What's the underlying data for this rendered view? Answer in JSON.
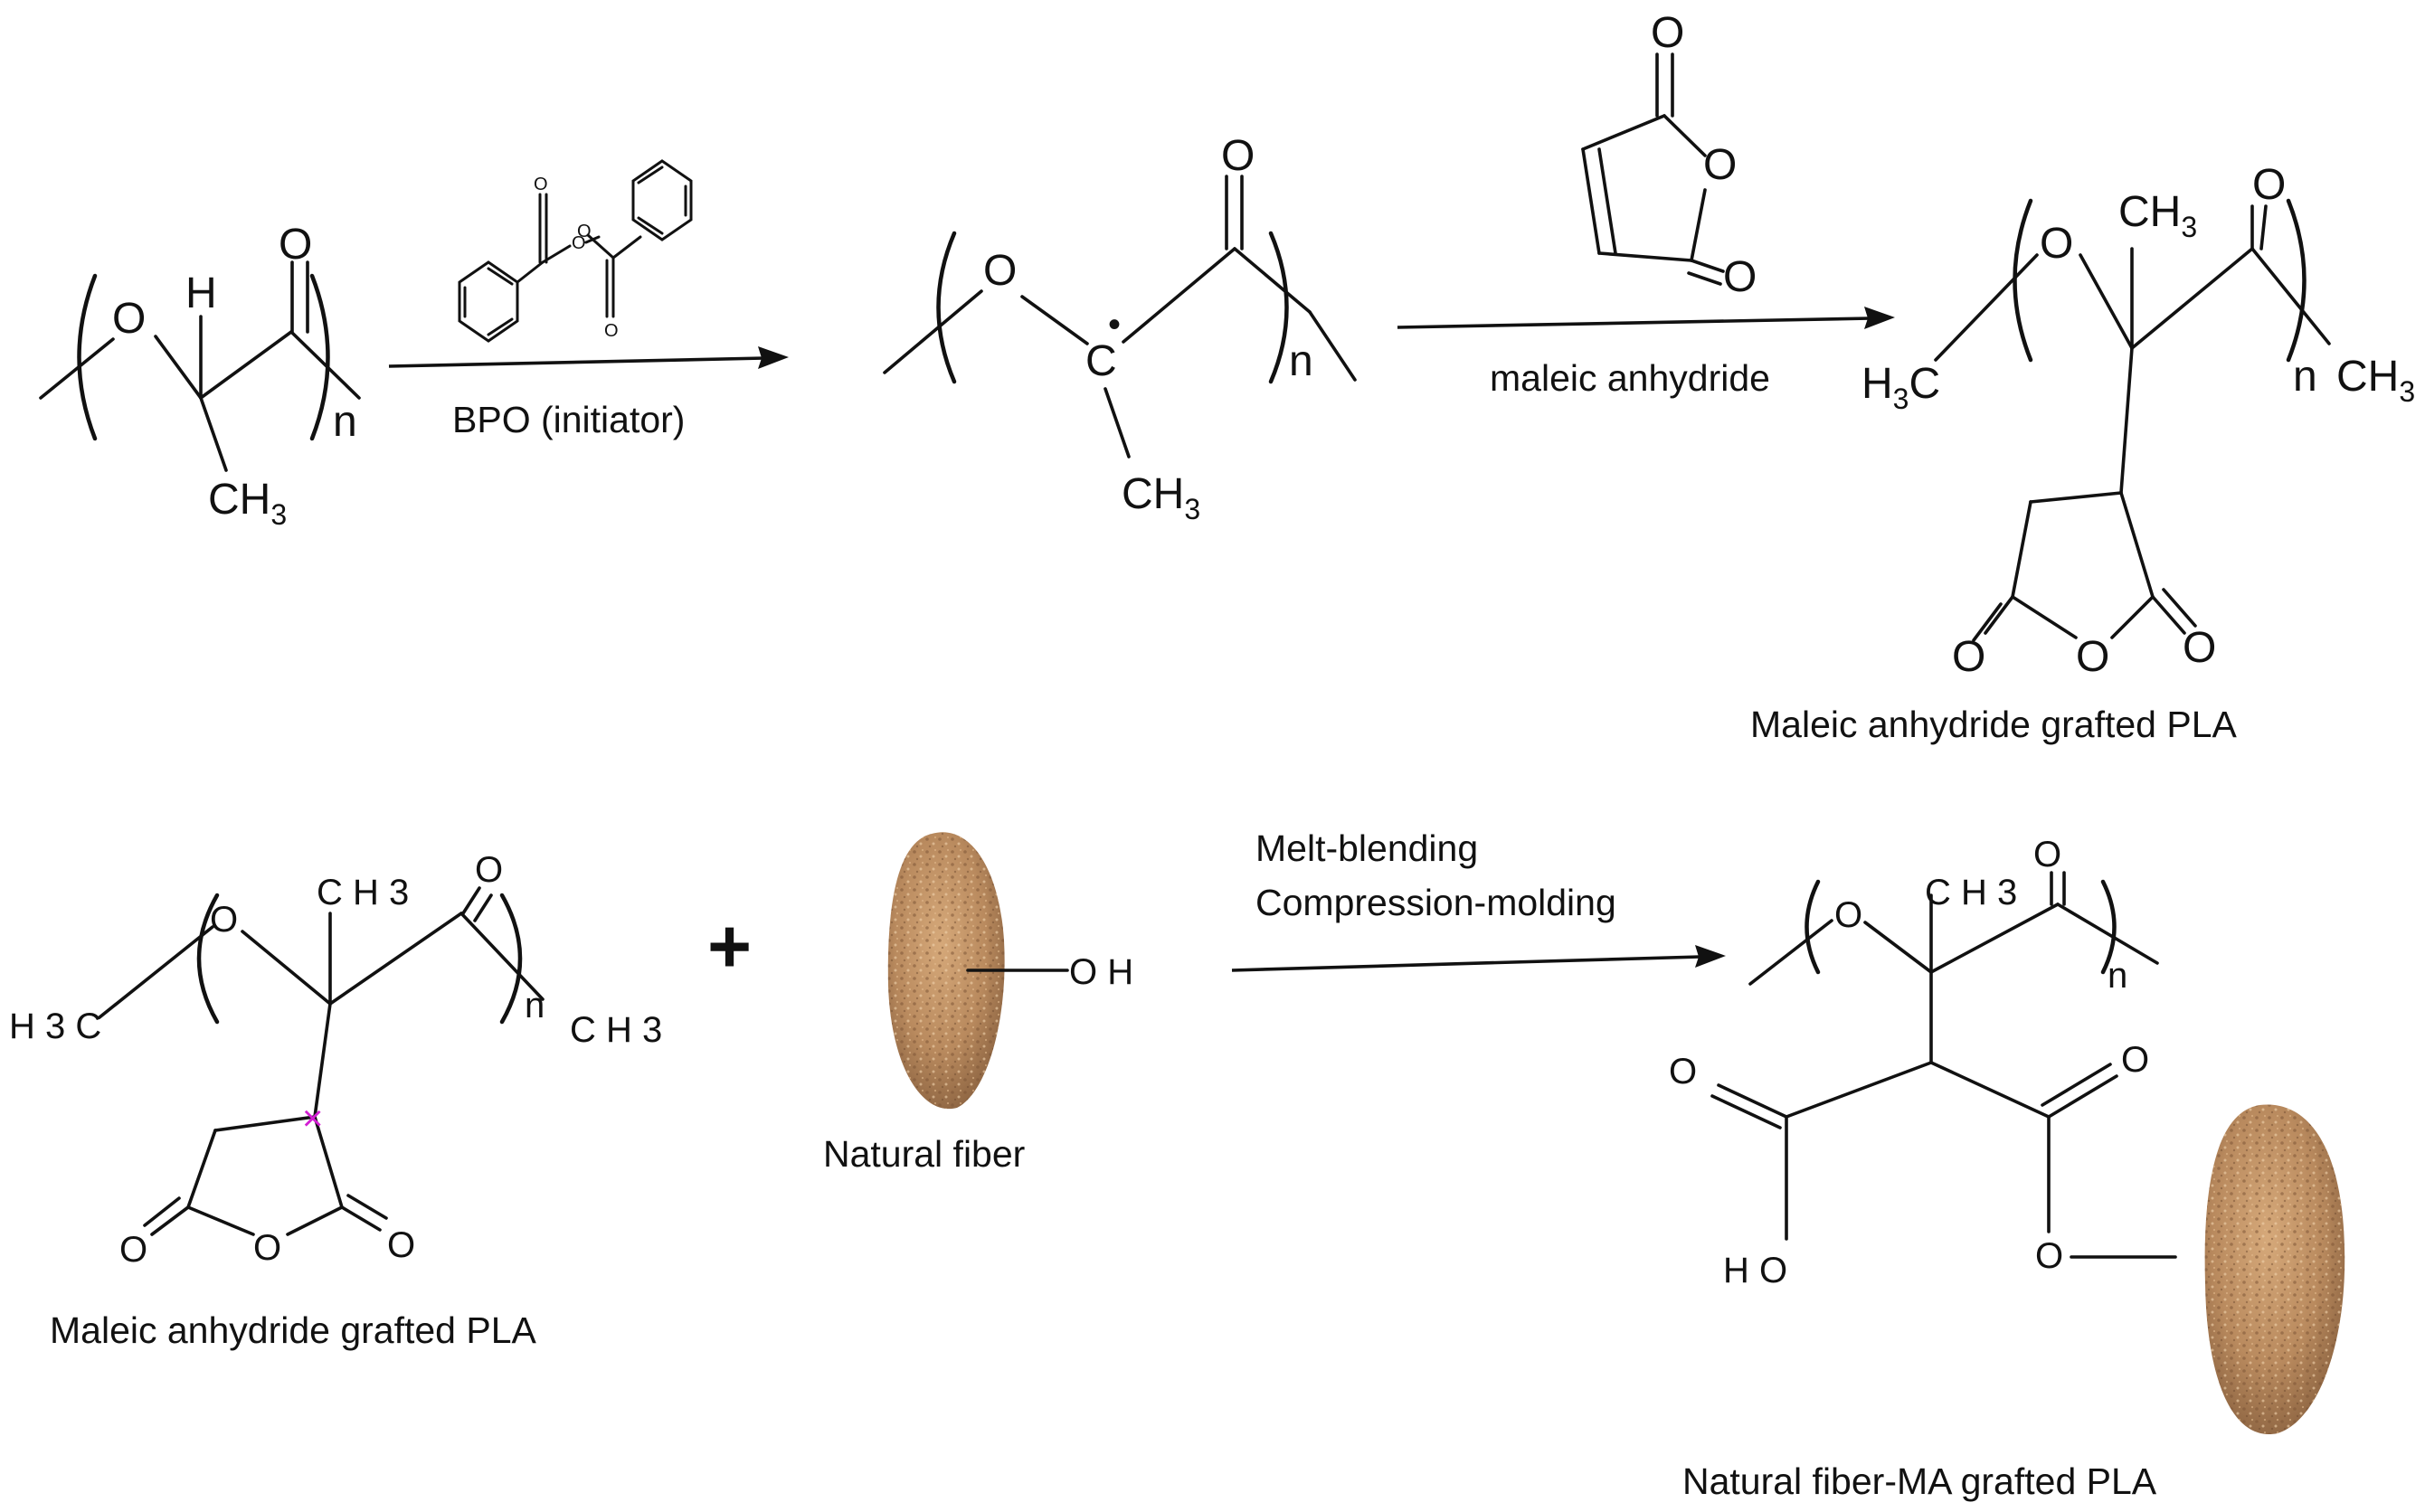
{
  "step1": {
    "reagent_label": "BPO (initiator)",
    "reactant": {
      "o": "O",
      "h": "H",
      "o2": "O",
      "n": "n",
      "ch": "CH",
      "sub3": "3"
    },
    "bpo": {
      "o1": "O",
      "o2": "O",
      "o3": "O",
      "o4": "O"
    }
  },
  "radical": {
    "o": "O",
    "c": "C",
    "dot": "•",
    "o2": "O",
    "n": "n",
    "ch": "CH",
    "sub3": "3"
  },
  "step2": {
    "reagent_label": "maleic anhydride",
    "ma": {
      "o1": "O",
      "o2": "O",
      "o3": "O"
    }
  },
  "product_top": {
    "caption": "Maleic anhydride grafted PLA",
    "o": "O",
    "ch": "CH",
    "sub3": "3",
    "o2": "O",
    "h": "H",
    "sub3b": "3",
    "c": "C",
    "n": "n",
    "ch_right": "CH",
    "sub3c": "3",
    "ring_o1": "O",
    "ring_o2": "O",
    "ring_o3": "O"
  },
  "reactant_bottom": {
    "caption": "Maleic anhydride grafted PLA",
    "o": "O",
    "ch3": "C H 3",
    "o2": "O",
    "h3c": "H 3 C",
    "n": "n",
    "ch3_right": "C H 3",
    "ring_o1": "O",
    "ring_o2": "O",
    "ring_o3": "O",
    "mark": "×",
    "mark_color": "#d21fd2"
  },
  "plus": "+",
  "fiber": {
    "caption": "Natural fiber",
    "oh": "O H",
    "color": "#b98a5e"
  },
  "step3": {
    "line1": "Melt-blending",
    "line2": "Compression-molding"
  },
  "product_bottom": {
    "caption": "Natural fiber-MA grafted PLA",
    "o": "O",
    "ch3": "C H 3",
    "o2": "O",
    "n": "n",
    "o_left": "O",
    "o_right": "O",
    "ho": "H O",
    "o_ester": "O"
  }
}
